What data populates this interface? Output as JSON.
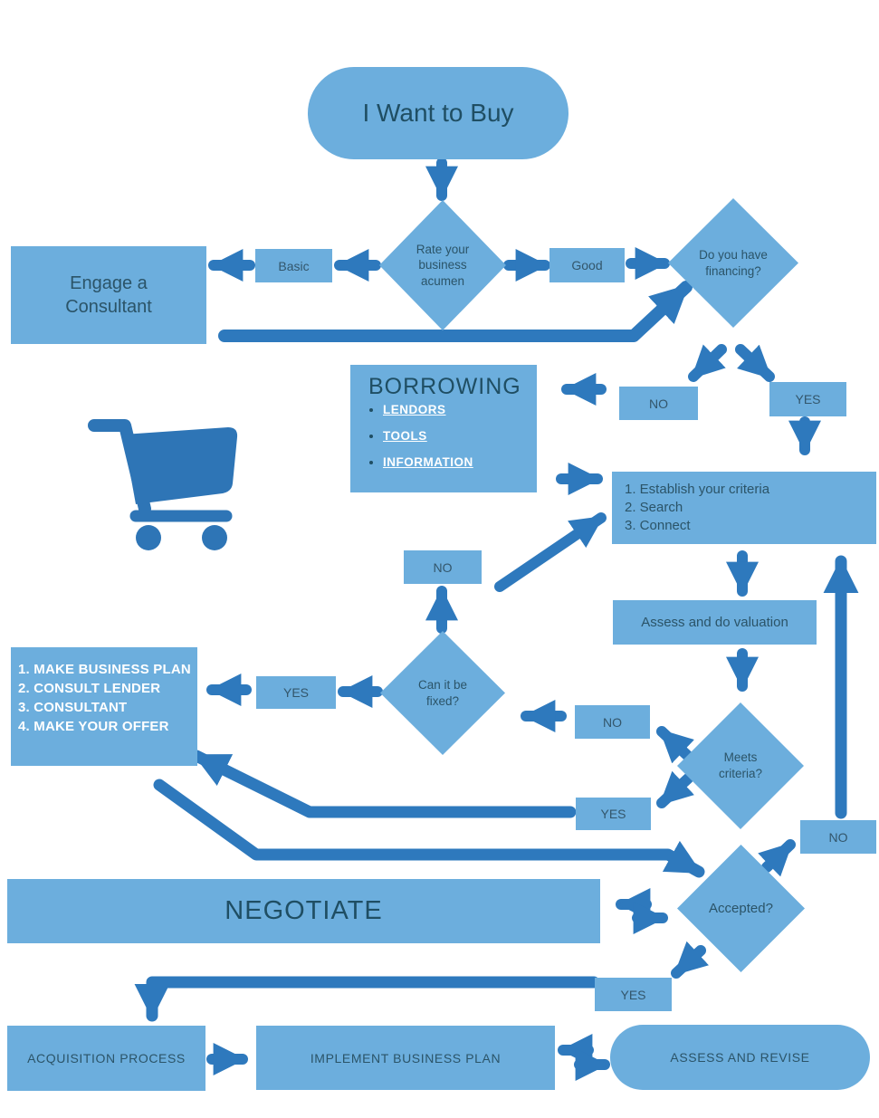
{
  "colors": {
    "node_fill": "#6CAEDD",
    "connector": "#2E79BD",
    "heading_text": "#1F4E63",
    "body_text": "#2B5468",
    "light_text": "#FFFFFF"
  },
  "nodes": {
    "start": {
      "label": "I Want to Buy"
    },
    "acumen": {
      "label": "Rate your business acumen"
    },
    "basic": {
      "label": "Basic"
    },
    "engage": {
      "label": "Engage a Consultant"
    },
    "good": {
      "label": "Good"
    },
    "financing": {
      "label": "Do you have financing?"
    },
    "financing_no": {
      "label": "NO"
    },
    "financing_yes": {
      "label": "YES"
    },
    "borrowing": {
      "title": "BORROWING",
      "links": [
        "LENDORS",
        "TOOLS",
        "INFORMATION"
      ]
    },
    "criteria": {
      "lines": [
        "1. Establish your criteria",
        "2. Search",
        "3. Connect"
      ]
    },
    "search_no": {
      "label": "NO"
    },
    "assess": {
      "label": "Assess and do valuation"
    },
    "meets": {
      "label": "Meets criteria?"
    },
    "meets_no": {
      "label": "NO"
    },
    "meets_yes": {
      "label": "YES"
    },
    "canfix": {
      "label": "Can it be fixed?"
    },
    "canfix_yes": {
      "label": "YES"
    },
    "plan": {
      "lines": [
        "1. MAKE BUSINESS PLAN",
        "2. CONSULT LENDER",
        "3. CONSULTANT",
        "4. MAKE YOUR OFFER"
      ]
    },
    "negotiate": {
      "label": "NEGOTIATE"
    },
    "accepted": {
      "label": "Accepted?"
    },
    "accepted_no": {
      "label": "NO"
    },
    "accepted_yes": {
      "label": "YES"
    },
    "acquisition": {
      "label": "ACQUISITION PROCESS"
    },
    "implement": {
      "label": "IMPLEMENT BUSINESS PLAN"
    },
    "assess_revise": {
      "label": "ASSESS AND REVISE"
    }
  }
}
